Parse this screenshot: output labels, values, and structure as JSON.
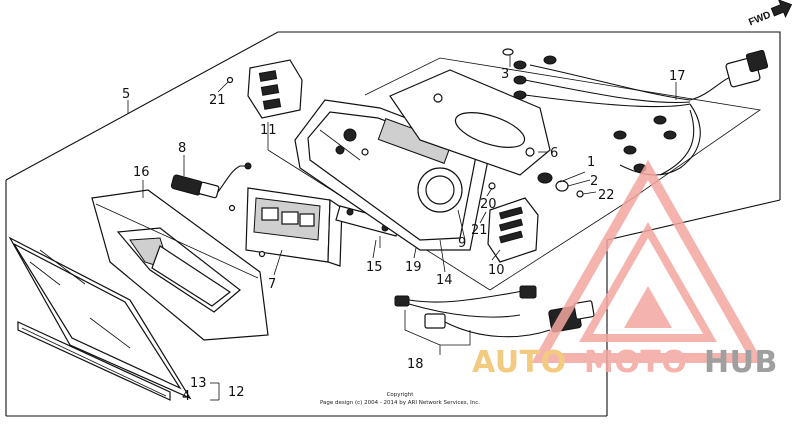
{
  "direction_label": "FWD",
  "callouts": {
    "c1": "1",
    "c2": "2",
    "c3": "3",
    "c4": "4",
    "c5": "5",
    "c6": "6",
    "c7": "7",
    "c8": "8",
    "c9": "9",
    "c10": "10",
    "c11": "11",
    "c12": "12",
    "c13": "13",
    "c14": "14",
    "c15": "15",
    "c16": "16",
    "c17": "17",
    "c18": "18",
    "c19": "19",
    "c20": "20",
    "c21a": "21",
    "c21b": "21",
    "c22": "22"
  },
  "copyright": {
    "line1": "Copyright",
    "line2": "Page design (c) 2004 - 2014 by ARI Network Services, Inc."
  },
  "watermark": {
    "part1": "AUTO",
    "part2": "MOTO",
    "part3": "HUB",
    "colors": {
      "auto": "#f2c36b",
      "moto": "#f4a6a0",
      "hub": "#8f8f8f",
      "logo": "#f4a6a0"
    }
  }
}
